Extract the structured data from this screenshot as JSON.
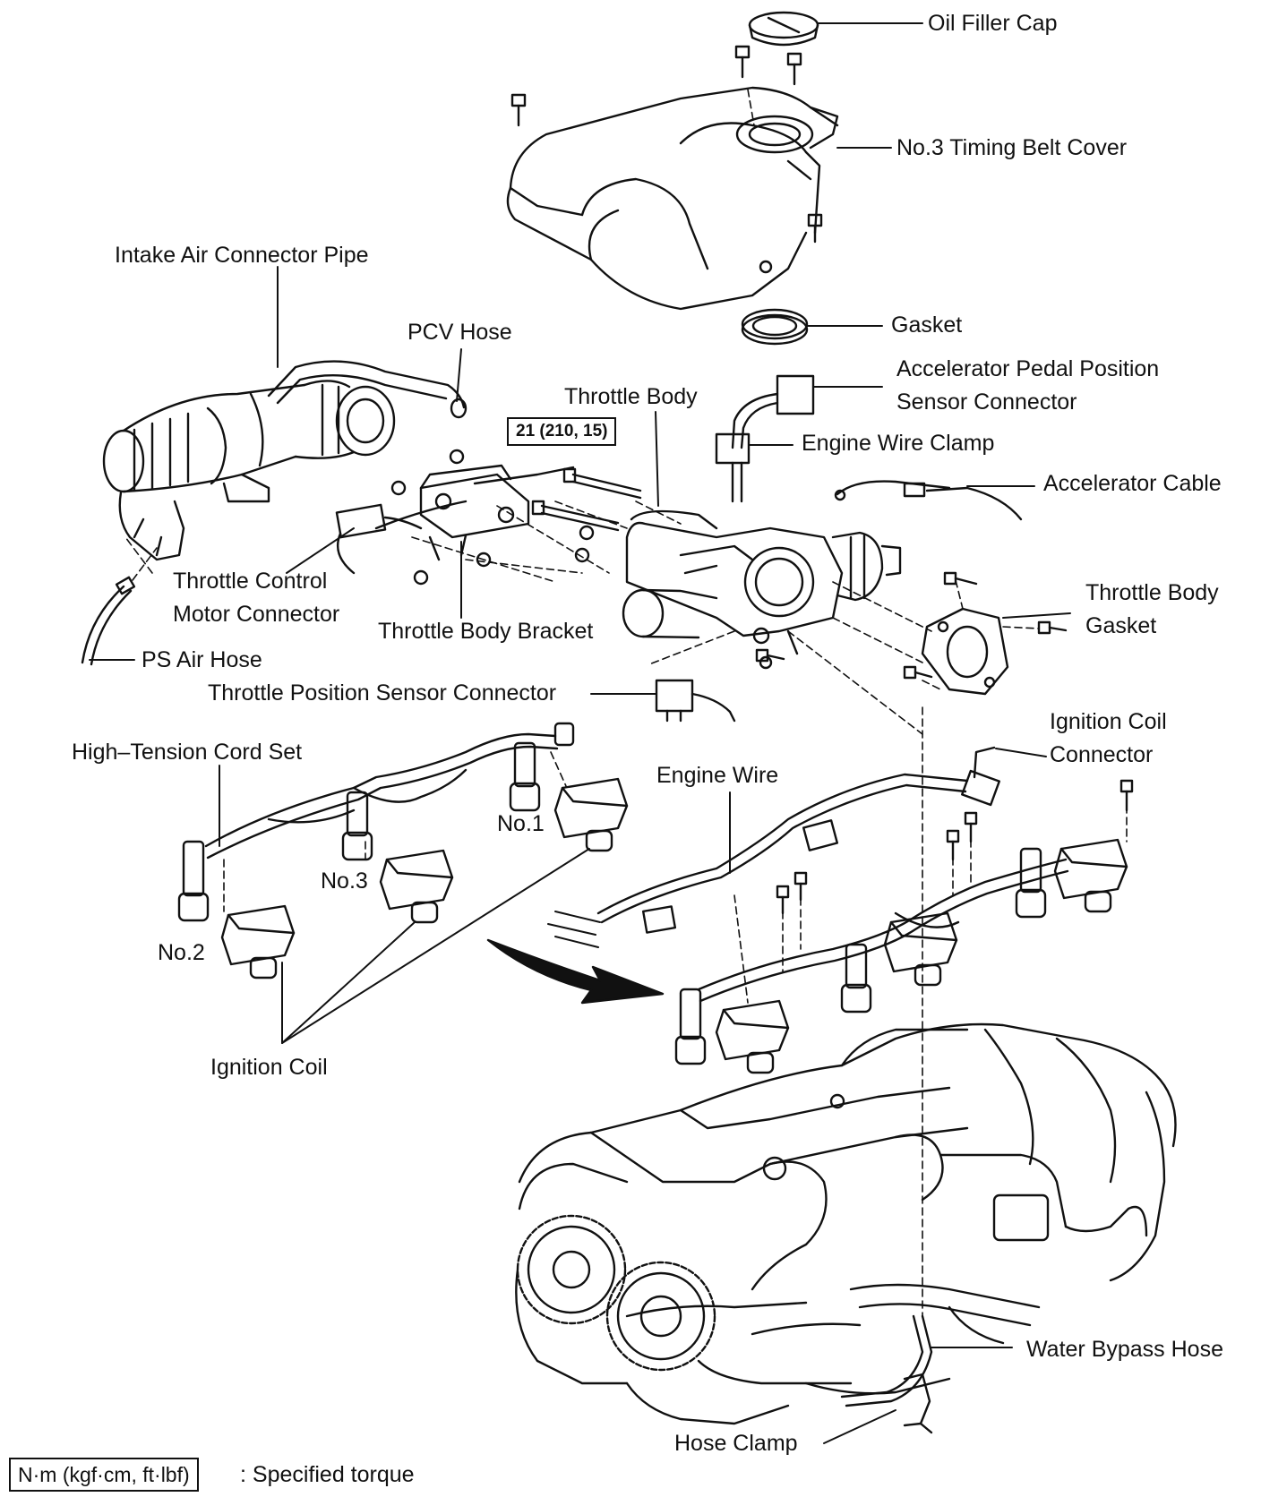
{
  "labels": {
    "oil_filler_cap": "Oil Filler Cap",
    "timing_belt_cover": "No.3 Timing Belt Cover",
    "intake_air_connector_pipe": "Intake Air Connector Pipe",
    "pcv_hose": "PCV Hose",
    "gasket": "Gasket",
    "accel_pedal_sensor_1": "Accelerator Pedal Position",
    "accel_pedal_sensor_2": "Sensor Connector",
    "throttle_body": "Throttle Body",
    "engine_wire_clamp": "Engine Wire Clamp",
    "accelerator_cable": "Accelerator Cable",
    "throttle_control_motor_1": "Throttle Control",
    "throttle_control_motor_2": "Motor Connector",
    "throttle_body_gasket_1": "Throttle Body",
    "throttle_body_gasket_2": "Gasket",
    "throttle_body_bracket": "Throttle Body Bracket",
    "ps_air_hose": "PS Air Hose",
    "throttle_position_sensor": "Throttle Position Sensor Connector",
    "ignition_coil_connector_1": "Ignition Coil",
    "ignition_coil_connector_2": "Connector",
    "high_tension_cord_set": "High–Tension Cord Set",
    "engine_wire": "Engine Wire",
    "no1": "No.1",
    "no3": "No.3",
    "no2": "No.2",
    "ignition_coil": "Ignition Coil",
    "water_bypass_hose": "Water Bypass Hose",
    "hose_clamp": "Hose Clamp"
  },
  "torque_spec": "21 (210, 15)",
  "legend": {
    "unit_box": "N·m (kgf·cm, ft·lbf)",
    "description": ": Specified torque"
  }
}
